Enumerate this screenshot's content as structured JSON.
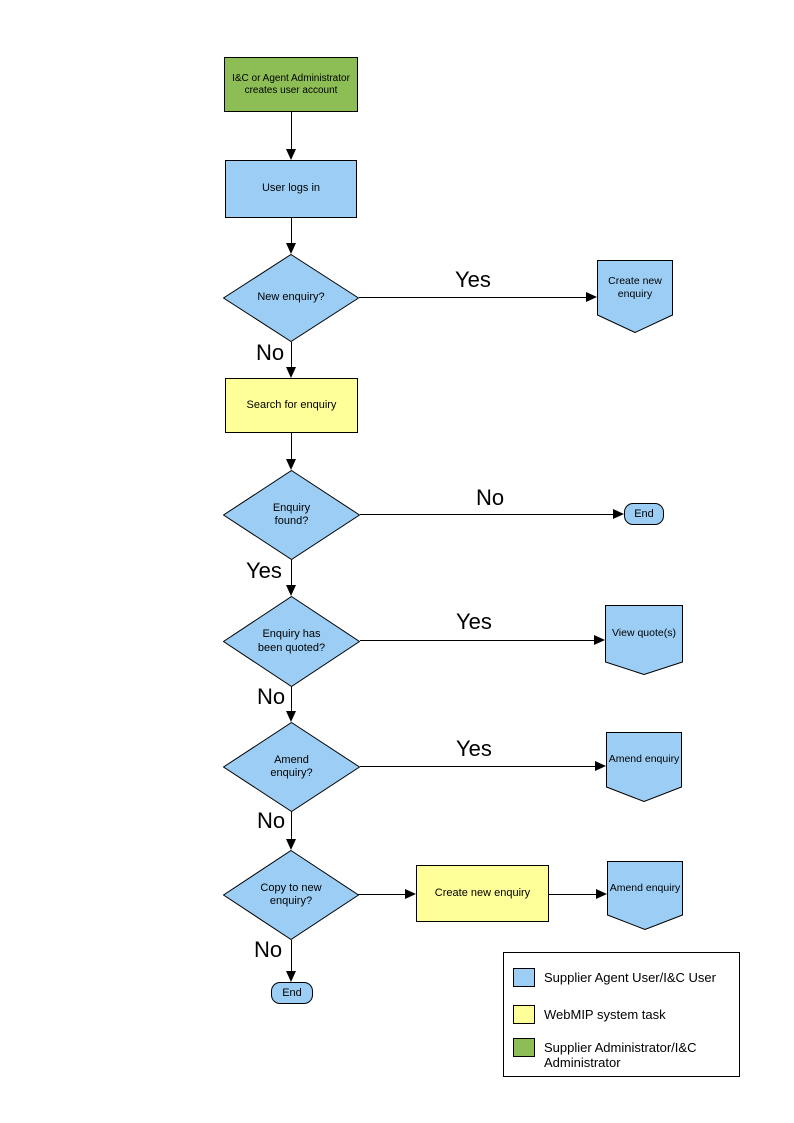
{
  "diagram": {
    "type": "flowchart",
    "nodes": {
      "admin": {
        "label": "I&C or Agent Administrator creates user account",
        "shape": "rectangle",
        "role": "admin_task"
      },
      "login": {
        "label": "User logs in",
        "shape": "rectangle",
        "role": "user_task"
      },
      "new_enquiry": {
        "label": "New enquiry?",
        "shape": "decision",
        "role": "user_task"
      },
      "create_new_offpage": {
        "label": "Create new enquiry",
        "shape": "offpage-connector",
        "role": "user_task"
      },
      "search": {
        "label": "Search for enquiry",
        "shape": "rectangle",
        "role": "system_task"
      },
      "found": {
        "label": "Enquiry found?",
        "shape": "decision",
        "role": "user_task"
      },
      "end_right": {
        "label": "End",
        "shape": "terminator",
        "role": "user_task"
      },
      "quoted": {
        "label": "Enquiry has been quoted?",
        "shape": "decision",
        "role": "user_task"
      },
      "view_quotes": {
        "label": "View quote(s)",
        "shape": "offpage-connector",
        "role": "user_task"
      },
      "amend_q": {
        "label": "Amend enquiry?",
        "shape": "decision",
        "role": "user_task"
      },
      "amend_offpage1": {
        "label": "Amend enquiry",
        "shape": "offpage-connector",
        "role": "user_task"
      },
      "copy_q": {
        "label": "Copy to new enquiry?",
        "shape": "decision",
        "role": "user_task"
      },
      "create_new_task": {
        "label": "Create new enquiry",
        "shape": "rectangle",
        "role": "system_task"
      },
      "amend_offpage2": {
        "label": "Amend enquiry",
        "shape": "offpage-connector",
        "role": "user_task"
      },
      "end_bottom": {
        "label": "End",
        "shape": "terminator",
        "role": "user_task"
      }
    },
    "edge_labels": {
      "new_enquiry_yes": "Yes",
      "new_enquiry_no": "No",
      "found_no": "No",
      "found_yes": "Yes",
      "quoted_yes": "Yes",
      "quoted_no": "No",
      "amend_yes": "Yes",
      "amend_no": "No",
      "copy_no": "No"
    },
    "legend": {
      "items": [
        {
          "swatch_color": "#9CCEF5",
          "label": "Supplier Agent User/I&C User"
        },
        {
          "swatch_color": "#FFFF99",
          "label": "WebMIP system task"
        },
        {
          "swatch_color": "#8DBE55",
          "label": "Supplier Administrator/I&C Administrator"
        }
      ]
    },
    "colors": {
      "user_task": "#9CCEF5",
      "system_task": "#FFFF99",
      "admin_task": "#8DBE55",
      "line": "#000000",
      "background": "#FFFFFF"
    }
  }
}
